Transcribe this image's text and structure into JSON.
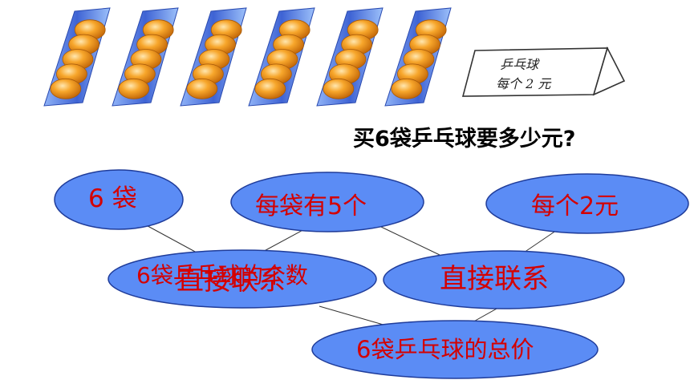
{
  "question": "买6袋乒乓球要多少元?",
  "price_card": {
    "item": "乒乓球",
    "price": "每个 2 元"
  },
  "ellipses": {
    "bags": "6 袋",
    "per_bag": "每袋有5个",
    "unit_price": "每个2元",
    "overlap_text_a": "6袋乒乓球的个数",
    "overlap_text_b": "直接联系",
    "direct_right": "直接联系",
    "total": "6袋乒乓球的总价"
  },
  "colors": {
    "ellipse_fill": "#5B8CF5",
    "ellipse_stroke": "#1F3C9A",
    "label_red": "#D40000",
    "ball_orange": "#F5A42A",
    "bag_blue": "#3A5FD0"
  },
  "bags_count": 6,
  "balls_per_bag": 5
}
